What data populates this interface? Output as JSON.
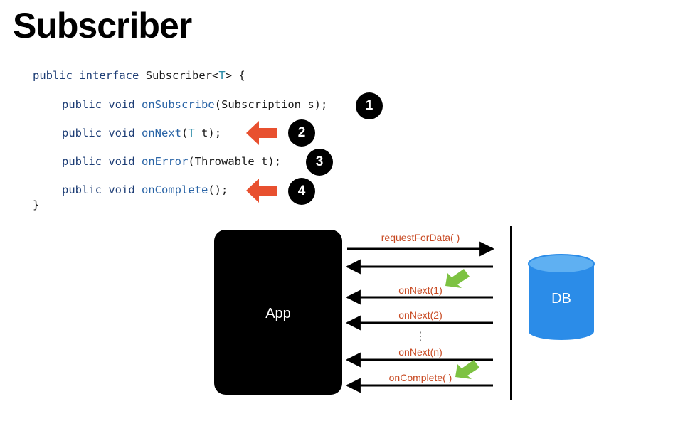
{
  "title": "Subscriber",
  "code": {
    "kw_public": "public",
    "kw_interface": "interface",
    "kw_void": "void",
    "iface_name": "Subscriber<",
    "type_param": "T",
    "iface_close": "> {",
    "closing_brace": "}",
    "methods": [
      {
        "name": "onSubscribe",
        "params_pre": "(Subscription s);",
        "badge": "1"
      },
      {
        "name": "onNext",
        "params_pre": "(",
        "params_type": "T",
        "params_post": " t);",
        "badge": "2"
      },
      {
        "name": "onError",
        "params_pre": "(Throwable t);",
        "badge": "3"
      },
      {
        "name": "onComplete",
        "params_pre": "();",
        "badge": "4"
      }
    ]
  },
  "colors": {
    "highlight_arrow": "#e8502f",
    "check_arrow": "#7dc242",
    "label_text": "#c84a23",
    "db_blue": "#2b8ce8"
  },
  "diagram": {
    "app_label": "App",
    "db_label": "DB",
    "messages": [
      {
        "label": "requestForData( )",
        "direction": "to-db"
      },
      {
        "label": "",
        "direction": "to-app"
      },
      {
        "label": "onNext(1)",
        "direction": "to-app",
        "checked": true
      },
      {
        "label": "onNext(2)",
        "direction": "to-app"
      },
      {
        "label": "onNext(n)",
        "direction": "to-app"
      },
      {
        "label": "onComplete( )",
        "direction": "to-app",
        "checked": true
      }
    ],
    "ellipsis": "⋮"
  }
}
